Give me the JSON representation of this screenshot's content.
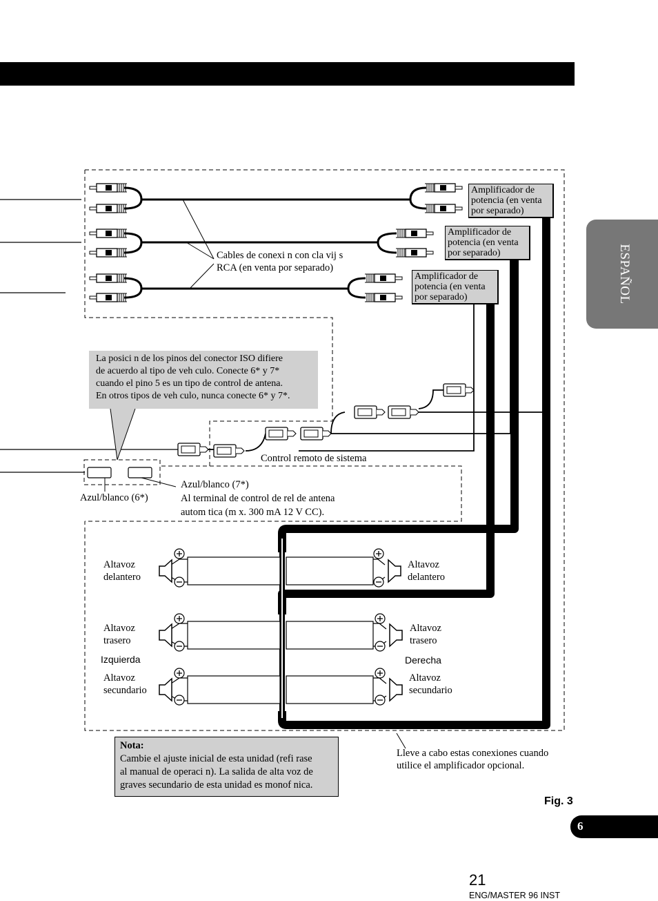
{
  "side_tab": "ESPAÑOL",
  "page_badge": "6",
  "figure_label": "Fig. 3",
  "page_number": "21",
  "footer": "ENG/MASTER 96 INST",
  "amplifiers": [
    {
      "line1": "Amplificador de",
      "line2": "potencia (en venta",
      "line3": "por separado)"
    },
    {
      "line1": "Amplificador de",
      "line2": "potencia (en venta",
      "line3": "por separado)"
    },
    {
      "line1": "Amplificador de",
      "line2": "potencia (en venta",
      "line3": "por separado)"
    }
  ],
  "rca_cables": {
    "line1": "Cables de conexi n con cla vij s",
    "line2": "RCA (en venta por separado)"
  },
  "iso_note": {
    "line1": "La posici n de los pinos del conector ISO difiere",
    "line2": "de acuerdo al tipo de veh culo. Conecte 6* y 7*",
    "line3": "cuando el pino 5 es un tipo de control de antena.",
    "line4": "En otros tipos de veh culo, nunca conecte 6* y 7*."
  },
  "system_remote": "Control remoto de sistema",
  "blue_white_6": "Azul/blanco (6*)",
  "blue_white_7": {
    "line1": "Azul/blanco (7*)",
    "line2": "Al terminal de control de rel  de antena",
    "line3": "autom tica (m x. 300 mA  12 V CC)."
  },
  "speakers": {
    "front_left": {
      "line1": "Altavoz",
      "line2": "delantero"
    },
    "front_right": {
      "line1": "Altavoz",
      "line2": "delantero"
    },
    "rear_left": {
      "line1": "Altavoz",
      "line2": "trasero"
    },
    "rear_right": {
      "line1": "Altavoz",
      "line2": "trasero"
    },
    "sub_left": {
      "line1": "Altavoz",
      "line2": "secundario"
    },
    "sub_right": {
      "line1": "Altavoz",
      "line2": "secundario"
    }
  },
  "left_label": "Izquierda",
  "right_label": "Derecha",
  "nota": {
    "title": "Nota:",
    "line1": "Cambie el ajuste inicial de esta unidad (refi rase",
    "line2": "al manual de operaci n). La salida de alta voz de",
    "line3": "graves secundario de esta unidad es monof nica."
  },
  "amp_note": {
    "line1": "Lleve a cabo estas conexiones cuando",
    "line2": "utilice el amplificador opcional."
  }
}
